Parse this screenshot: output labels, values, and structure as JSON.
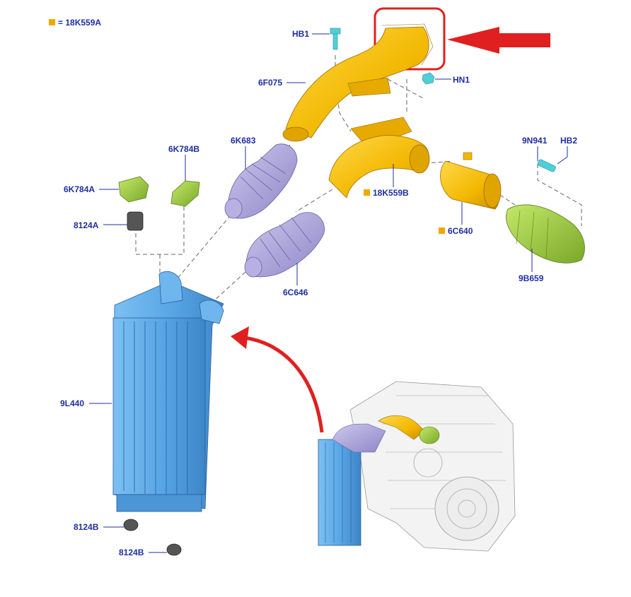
{
  "legend": {
    "symbol_color": "#f0a800",
    "text": "= 18K559A"
  },
  "parts": {
    "hb1": "HB1",
    "hn1": "HN1",
    "p6f075": "6F075",
    "p6k683": "6K683",
    "p6k784b": "6K784B",
    "p6k784a": "6K784A",
    "p8124a": "8124A",
    "p18k559b": "18K559B",
    "p9n941": "9N941",
    "hb2": "HB2",
    "p6c640": "6C640",
    "p9b659": "9B659",
    "p6c646": "6C646",
    "p9l440": "9L440",
    "p8124b_1": "8124B",
    "p8124b_2": "8124B"
  },
  "colors": {
    "label": "#1f2f9e",
    "yellow_part": "#f2b800",
    "blue_part": "#5aa7e6",
    "lavender_part": "#a8a0d8",
    "green_part": "#9ccc3c",
    "cyan_bolt": "#4fd0d8",
    "highlight_red": "#e02020",
    "dark_part": "#555555"
  }
}
